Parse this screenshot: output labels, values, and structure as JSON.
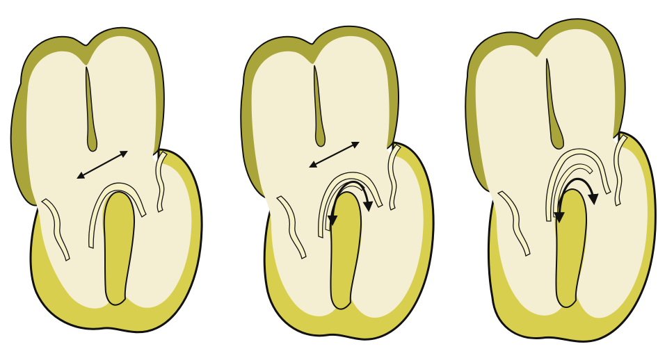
{
  "colors": {
    "background": "#ffffff",
    "chamber_fill": "#f4efd2",
    "atrial_wall": "#a9a53a",
    "ventricle_wall": "#d8cf4e",
    "outline": "#111111",
    "leaflet_fill": "#f7f1c8"
  },
  "panels": [
    {
      "name": "heart-panel-1",
      "septal_primum_arrows": 0,
      "cushion_arrows": 0,
      "tricuspid_arrow": true
    },
    {
      "name": "heart-panel-2",
      "septal_primum_arrows": 2,
      "cushion_arrows": 1,
      "tricuspid_arrow": true
    },
    {
      "name": "heart-panel-3",
      "septal_primum_arrows": 2,
      "cushion_arrows": 1,
      "tricuspid_arrow": false
    }
  ]
}
